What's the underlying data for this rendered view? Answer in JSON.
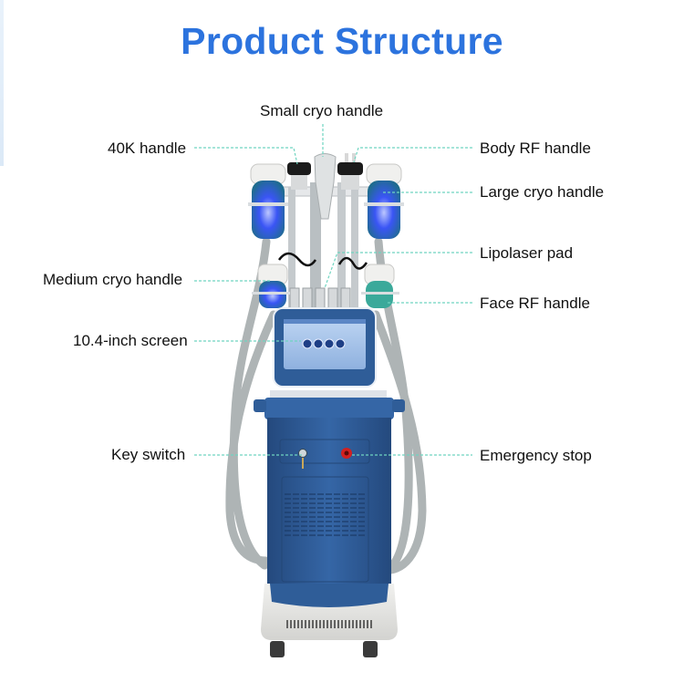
{
  "header": {
    "title": "Product Structure"
  },
  "colors": {
    "title": "#2c73de",
    "leader_line": "#6fd4c0",
    "cabinet_blue": "#2f5d98",
    "hose_gray": "#aeb4b5",
    "cryo_glow": "#2a4df0",
    "emergency_red": "#d22020"
  },
  "labels": {
    "small_cryo": "Small cryo handle",
    "k40": "40K handle",
    "body_rf": "Body RF handle",
    "large_cryo": "Large cryo handle",
    "lipolaser": "Lipolaser pad",
    "medium_cryo": "Medium cryo handle",
    "face_rf": "Face RF handle",
    "screen": "10.4-inch screen",
    "key_switch": "Key switch",
    "emergency_stop": "Emergency stop"
  },
  "device": {
    "name": "cryolipolysis slimming machine",
    "screen_icons": [
      "mode-1-icon",
      "mode-2-icon",
      "mode-3-icon",
      "mode-4-icon"
    ]
  }
}
